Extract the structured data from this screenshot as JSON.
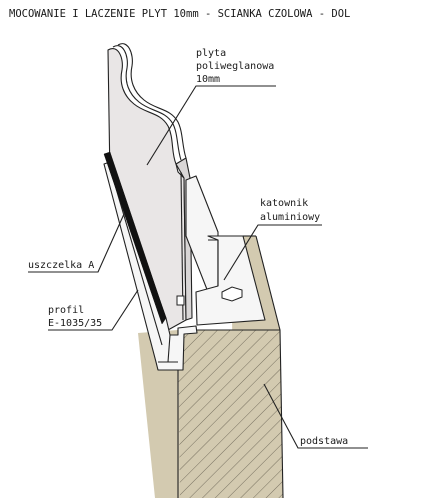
{
  "title": "MOCOWANIE I LACZENIE PLYT 10mm - SCIANKA CZOLOWA - DOL",
  "labels": {
    "panel": [
      "plyta",
      "poliweglanowa",
      "10mm"
    ],
    "angle_bracket": [
      "katownik",
      "aluminiowy"
    ],
    "seal": "uszczelka A",
    "profile": [
      "profil",
      "E-1035/35"
    ],
    "base": "podstawa"
  },
  "colors": {
    "line": "#222222",
    "panel_fill": "#e9e6e6",
    "base_fill": "#d3cab0",
    "base_shadow": "#c8bd9c",
    "profile_fill": "#f6f6f6",
    "seal_fill": "#111111",
    "background": "#ffffff"
  }
}
